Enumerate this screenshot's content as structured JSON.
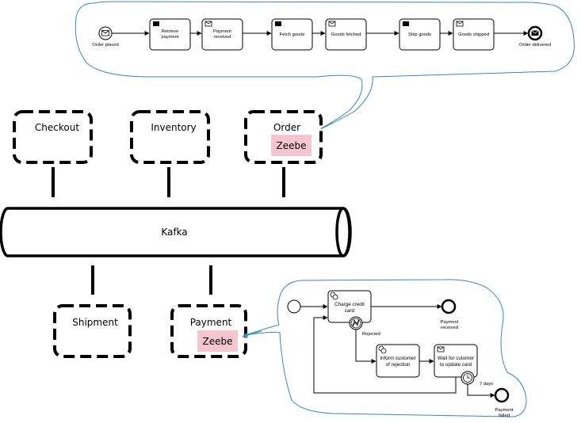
{
  "services": {
    "checkout": "Checkout",
    "inventory": "Inventory",
    "order": "Order",
    "shipment": "Shipment",
    "payment": "Payment",
    "zeebe": "Zeebe",
    "kafka": "Kafka"
  },
  "order_process": {
    "start_event": "Order placed",
    "retrieve_payment": [
      "Retrieve",
      "payment"
    ],
    "payment_received": [
      "Payment",
      "received"
    ],
    "fetch_goods": "Fetch goods",
    "goods_fetched": "Goods fetched",
    "ship_goods": "Ship goods",
    "goods_shipped": "Goods shipped",
    "end_event": "Order delivered"
  },
  "payment_process": {
    "charge_credit_card": [
      "Charge credit",
      "card"
    ],
    "rejected": "Rejected",
    "payment_received": [
      "Payment",
      "received"
    ],
    "inform_customer": [
      "Inform customer",
      "of rejection"
    ],
    "wait_for_customer": [
      "Wait for cutomer",
      "to update card"
    ],
    "timer": "7 days",
    "payment_failed": [
      "Payment",
      "failed"
    ]
  },
  "colors": {
    "callout_outline": "#3b87b5",
    "zeebe_fill": "#f6c6d0"
  }
}
